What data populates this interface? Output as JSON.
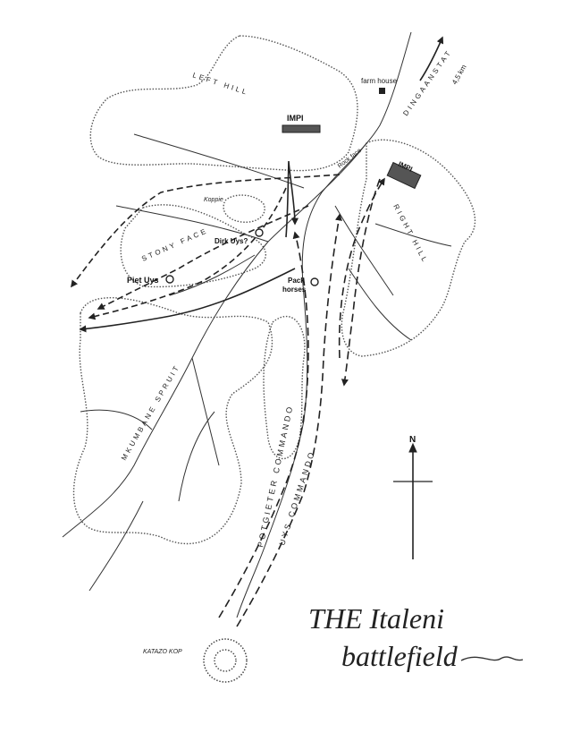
{
  "map": {
    "title_line1": "THE Italeni",
    "title_line2": "battlefield",
    "labels": {
      "left_hill": "LEFT HILL",
      "right_hill": "RIGHT HILL",
      "impi_left": "IMPI",
      "impi_right": "IMPI",
      "farm_house": "farm house",
      "dingaanstat": "DINGAANSTAT",
      "distance": "4,5 km",
      "rock_face": "Rock face",
      "koppie": "Koppie",
      "stony_face": "STONY FACE",
      "dirk_uys": "Dirk Uys?",
      "piet_uys": "Piet Uys",
      "pack_line1": "Pack",
      "pack_line2": "horses",
      "mkumbane_spruit": "MKUMBANE SPRUIT",
      "potgieter_commando": "POTGIETER COMMANDO",
      "uys_commando": "UYS COMMANDO",
      "katazo_kop": "KATAZO KOP",
      "north": "N"
    },
    "colors": {
      "ink": "#222222",
      "paper": "#ffffff"
    }
  }
}
